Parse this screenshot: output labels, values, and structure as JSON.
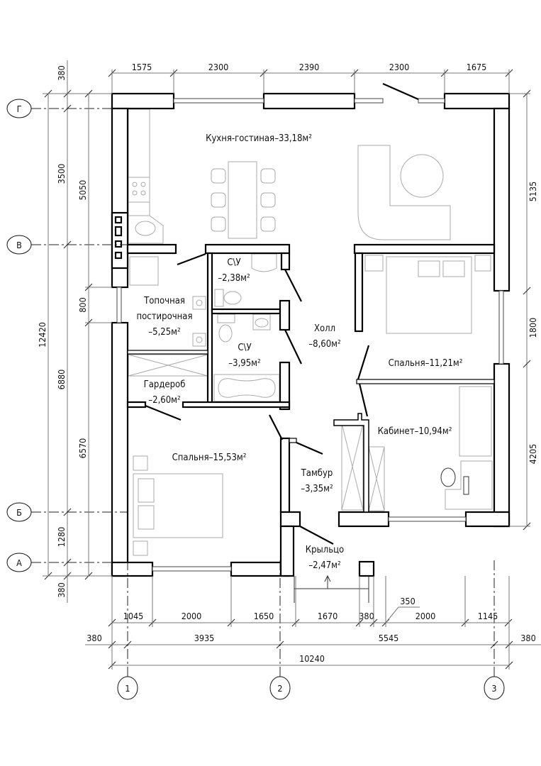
{
  "plan": {
    "rooms": [
      {
        "name": "Кухня-гостиная",
        "area": "–33,18м²"
      },
      {
        "name": "С\\У",
        "area": "–2,38м²"
      },
      {
        "name": "Топочная постирочная",
        "area": "–5,25м²"
      },
      {
        "name": "С\\У",
        "area": "–3,95м²"
      },
      {
        "name": "Холл",
        "area": "–8,60м²"
      },
      {
        "name": "Спальня",
        "area": "–11,21м²"
      },
      {
        "name": "Гардероб",
        "area": "–2,60м²"
      },
      {
        "name": "Кабинет",
        "area": "–10,94м²"
      },
      {
        "name": "Спальня",
        "area": "–15,53м²"
      },
      {
        "name": "Тамбур",
        "area": "–3,35м²"
      },
      {
        "name": "Крыльцо",
        "area": "–2,47м²"
      }
    ],
    "dims_top": [
      "1575",
      "2300",
      "2390",
      "2300",
      "1675"
    ],
    "dims_right": [
      "5135",
      "1800",
      "4205"
    ],
    "dims_left_outer": [
      "12420"
    ],
    "dims_left_mid": [
      "380",
      "3500",
      "6880",
      "1280",
      "380"
    ],
    "dims_left_inner": [
      "5050",
      "800",
      "6570"
    ],
    "dims_bottom_1": [
      "1045",
      "2000",
      "1650",
      "1670",
      "380",
      "2000",
      "1145",
      "350"
    ],
    "dims_bottom_2": [
      "380",
      "3935",
      "5545",
      "380"
    ],
    "dims_bottom_3": [
      "10240"
    ],
    "axes_rows": [
      "Г",
      "В",
      "Б",
      "А"
    ],
    "axes_cols": [
      "1",
      "2",
      "3"
    ]
  }
}
